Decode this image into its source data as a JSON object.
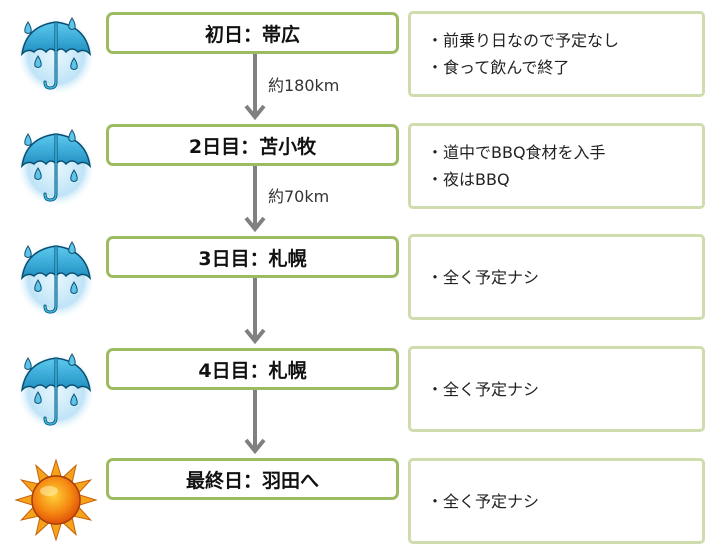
{
  "colors": {
    "box_border": "#9dbb61",
    "note_border": "#cfdcae",
    "arrow": "#808080",
    "umbrella": "#2aa8d4",
    "sun": "#f07a10"
  },
  "days": [
    {
      "title": "初日：帯広",
      "icon": "umbrella-rain-icon",
      "notes": [
        "・前乗り日なので予定なし",
        "・食って飲んで終了"
      ]
    },
    {
      "title": "2日目：苫小牧",
      "icon": "umbrella-rain-icon",
      "notes": [
        "・道中でBBQ食材を入手",
        "・夜はBBQ"
      ]
    },
    {
      "title": "3日目：札幌",
      "icon": "umbrella-rain-icon",
      "notes": [
        "・全く予定ナシ"
      ]
    },
    {
      "title": "4日目：札幌",
      "icon": "umbrella-rain-icon",
      "notes": [
        "・全く予定ナシ"
      ]
    },
    {
      "title": "最終日：羽田へ",
      "icon": "sun-icon",
      "notes": [
        "・全く予定ナシ"
      ]
    }
  ],
  "distances": [
    "約180km",
    "約70km"
  ]
}
